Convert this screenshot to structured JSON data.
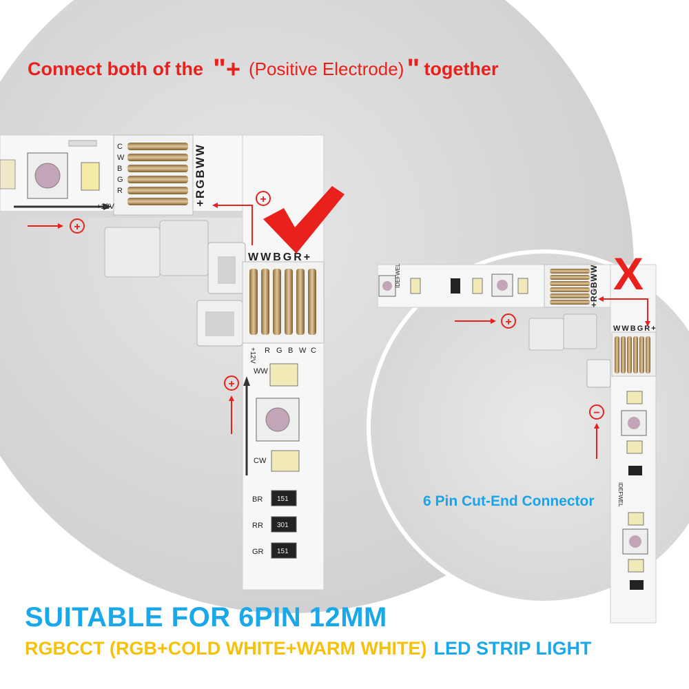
{
  "headline": {
    "part1": "Connect both of the",
    "open_quote": "\"",
    "plus": "+",
    "part2": "(Positive Electrode)",
    "close_quote": "\"",
    "part3": "together"
  },
  "strip_labels": {
    "big_pins": "+RGBWW",
    "big_pins_vertical": "WWBGR+",
    "big_side": [
      "C",
      "W",
      "B",
      "G",
      "R",
      "+12V"
    ],
    "big_bottom": [
      "+12V",
      "R",
      "G",
      "B",
      "W",
      "C"
    ],
    "small_pins": "+RGBWW",
    "small_pins_vertical": "WWBGR+",
    "pad_ww": "WW",
    "pad_cw": "CW",
    "pad_br": "BR",
    "pad_rr": "RR",
    "pad_gr": "GR",
    "res_151": "151",
    "res_301": "301",
    "brand": "IDEFWEL"
  },
  "markers": {
    "plus": "+",
    "minus": "−",
    "wrong": "X"
  },
  "caption": "6 Pin Cut-End Connector",
  "footer": {
    "line1": "SUITABLE FOR 6PIN 12MM",
    "line2_yellow": "RGBCCT (RGB+COLD WHITE+WARM WHITE)",
    "line2_blue": "LED STRIP LIGHT"
  },
  "colors": {
    "red": "#e8211d",
    "blue": "#1aa8e8",
    "yellow": "#f5c10a",
    "background_circle": "#dcdcdc"
  }
}
